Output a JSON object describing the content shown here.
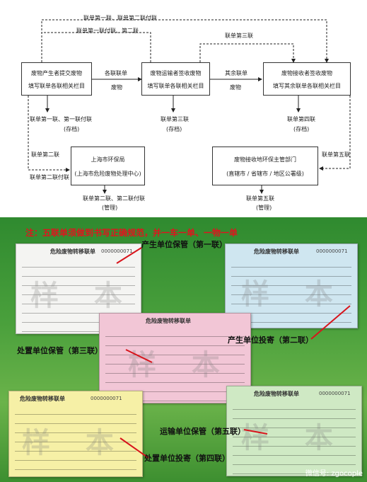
{
  "flowchart": {
    "top_loop_label": "联单第一联、联单第二联付联",
    "second_loop_label": "联单第一联付联、第二联",
    "third_loop_label": "联单第三联",
    "box_producer": {
      "line1": "废物产生者提交废物",
      "line2": "填写联单各联相关栏目"
    },
    "box_transporter": {
      "line1": "废物运输者签收废物",
      "line2": "填写联单各联相关栏目"
    },
    "box_receiver": {
      "line1": "废物接收者签收废物",
      "line2": "填写其余联单各联相关栏目"
    },
    "arrow1_top": "各联联单",
    "arrow1_bottom": "废物",
    "arrow2_top": "其余联单",
    "arrow2_bottom": "废物",
    "producer_keep": "联单第一联、第一联付联",
    "producer_keep_note": "(存档)",
    "transporter_keep": "联单第三联",
    "transporter_keep_note": "(存档)",
    "receiver_keep": "联单第四联",
    "receiver_keep_note": "(存档)",
    "left_copy2": "联单第二联",
    "left_copy2b": "联单第二联付联",
    "right_copy5": "联单第五联",
    "box_epb": {
      "line1": "上海市环保局",
      "line2": "(上海市危险废物处理中心)"
    },
    "box_local": {
      "line1": "废物接收地环保主管部门",
      "line2": "(直辖市 / 省辖市 / 地区公署级)"
    },
    "epb_keep": "联单第二联、第二联付联",
    "epb_keep_note": "(管理)",
    "local_keep": "联单第五联",
    "local_keep_note": "(管理)"
  },
  "photo": {
    "note": "注：五联单须做到书写正确规范，并一车一单、一物一单",
    "form_title": "危险废物转移联单",
    "form_no": "0000000071",
    "watermark": "样 本",
    "label_copy1": "产生单位保管（第一联）",
    "label_copy2": "产生单位投寄（第二联）",
    "label_copy3": "处置单位保管（第三联）",
    "label_copy4": "处置单位投寄（第四联）",
    "label_copy5": "运输单位保管（第五联）",
    "wechat": "微信号: zgocople"
  },
  "colors": {
    "note_red": "#e0141e",
    "copy1_white": "#f4f4f2",
    "copy2_blue": "#cfe6f0",
    "copy3_pink": "#f2c6d6",
    "copy4_yellow": "#f6f0a6",
    "copy5_green": "#cfe9c4"
  }
}
